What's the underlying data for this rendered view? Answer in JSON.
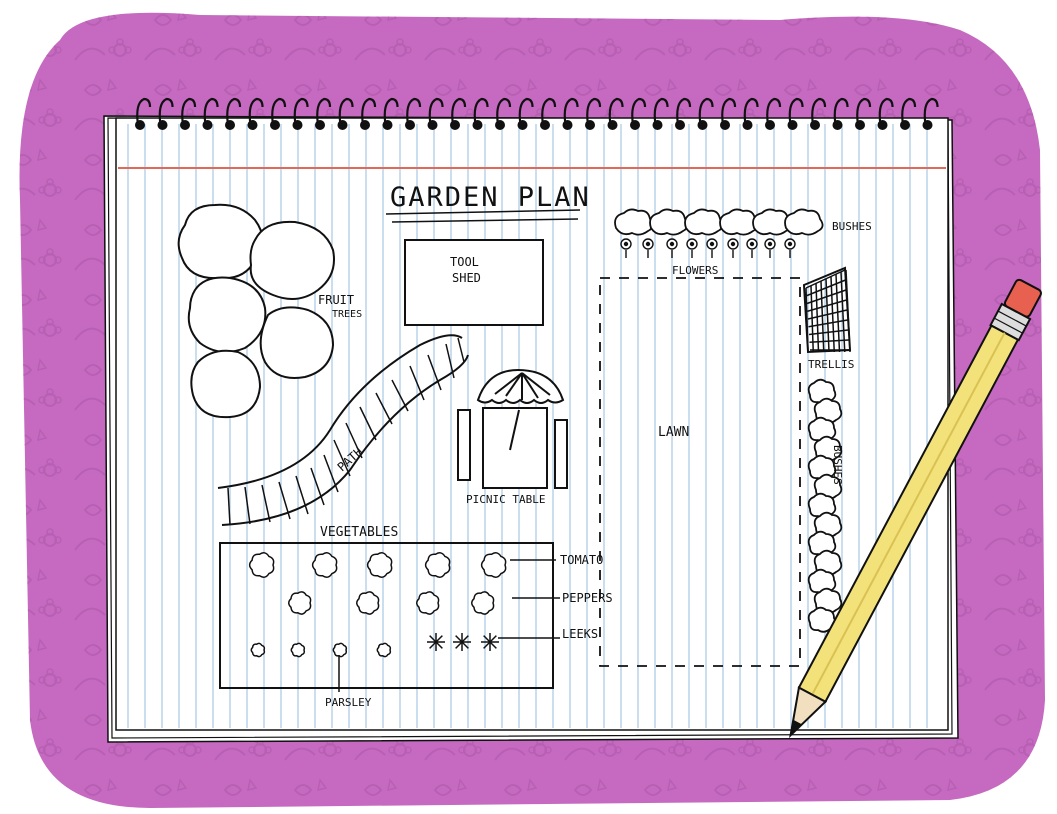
{
  "title": "GARDEN PLAN",
  "labels": {
    "tool_shed_line1": "TOOL",
    "tool_shed_line2": "SHED",
    "fruit_trees_line1": "FRUIT",
    "fruit_trees_line2": "TREES",
    "path": "PATH",
    "picnic_table": "PICNIC TABLE",
    "vegetables": "VEGETABLES",
    "tomato": "TOMATO",
    "peppers": "PEPPERS",
    "leeks": "LEEKS",
    "parsley": "PARSLEY",
    "lawn": "LAWN",
    "flowers": "FLOWERS",
    "bushes_top": "BUSHES",
    "bushes_side": "BUSHES",
    "trellis": "TRELLIS"
  },
  "colors": {
    "background_purple": "#c56ac0",
    "pattern_purple": "#b15aad",
    "paper": "#ffffff",
    "rule_blue": "#b9d4ec",
    "margin_red": "#e06a5a",
    "ink": "#111111",
    "pencil_yellow": "#f3e27a",
    "eraser_red": "#e8604f"
  },
  "icons": [
    "spiral-binding-icon",
    "tree-icon",
    "flower-icon",
    "bush-icon",
    "vegetable-icon",
    "pencil-icon"
  ]
}
